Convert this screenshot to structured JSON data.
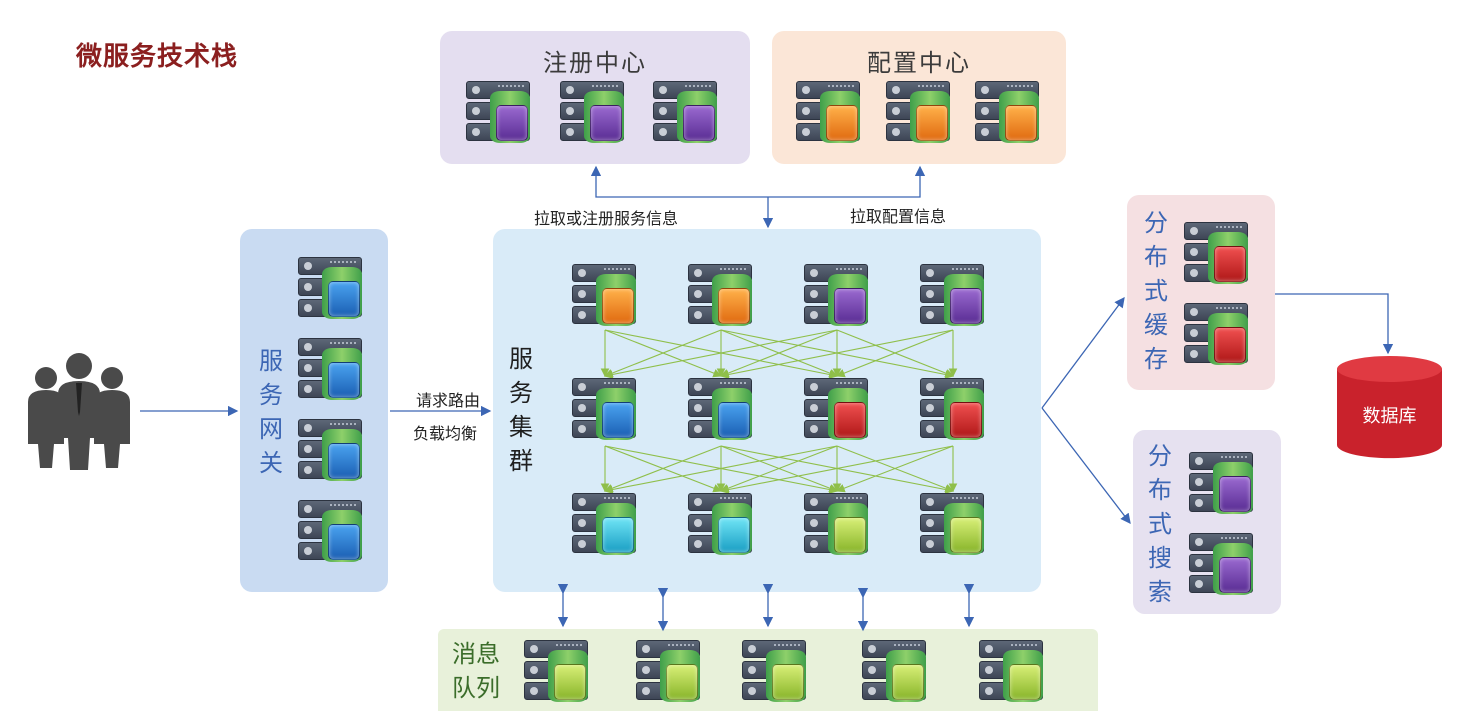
{
  "title": "微服务技术栈",
  "registry": {
    "title": "注册中心"
  },
  "config": {
    "title": "配置中心"
  },
  "gateway": {
    "title_chars": [
      "服",
      "务",
      "网",
      "关"
    ]
  },
  "cluster": {
    "title_chars": [
      "服",
      "务",
      "集",
      "群"
    ]
  },
  "cache": {
    "title_chars": [
      "分",
      "布",
      "式",
      "缓",
      "存"
    ]
  },
  "search": {
    "title_chars": [
      "分",
      "布",
      "式",
      "搜",
      "索"
    ]
  },
  "mq": {
    "title_line1": "消息",
    "title_line2": "队列"
  },
  "database": {
    "label": "数据库"
  },
  "labels": {
    "pull_register": "拉取或注册服务信息",
    "pull_config": "拉取配置信息",
    "request_route": "请求路由",
    "load_balance": "负载均衡"
  },
  "colors": {
    "title": "#8b1f1f",
    "registry_bg": "#e4def0",
    "config_bg": "#fbe6d7",
    "gateway_bg": "#c9dbf2",
    "cluster_bg": "#d9ebf8",
    "cache_bg": "#f5e0e2",
    "search_bg": "#e6e1f0",
    "mq_bg": "#e8f1da",
    "database": "#c9222c",
    "vertical_text": "#3c66b4",
    "mq_text": "#3b6d2a",
    "green_arrows": "#8fbf4a",
    "blue_arrows": "#3c66b4"
  }
}
